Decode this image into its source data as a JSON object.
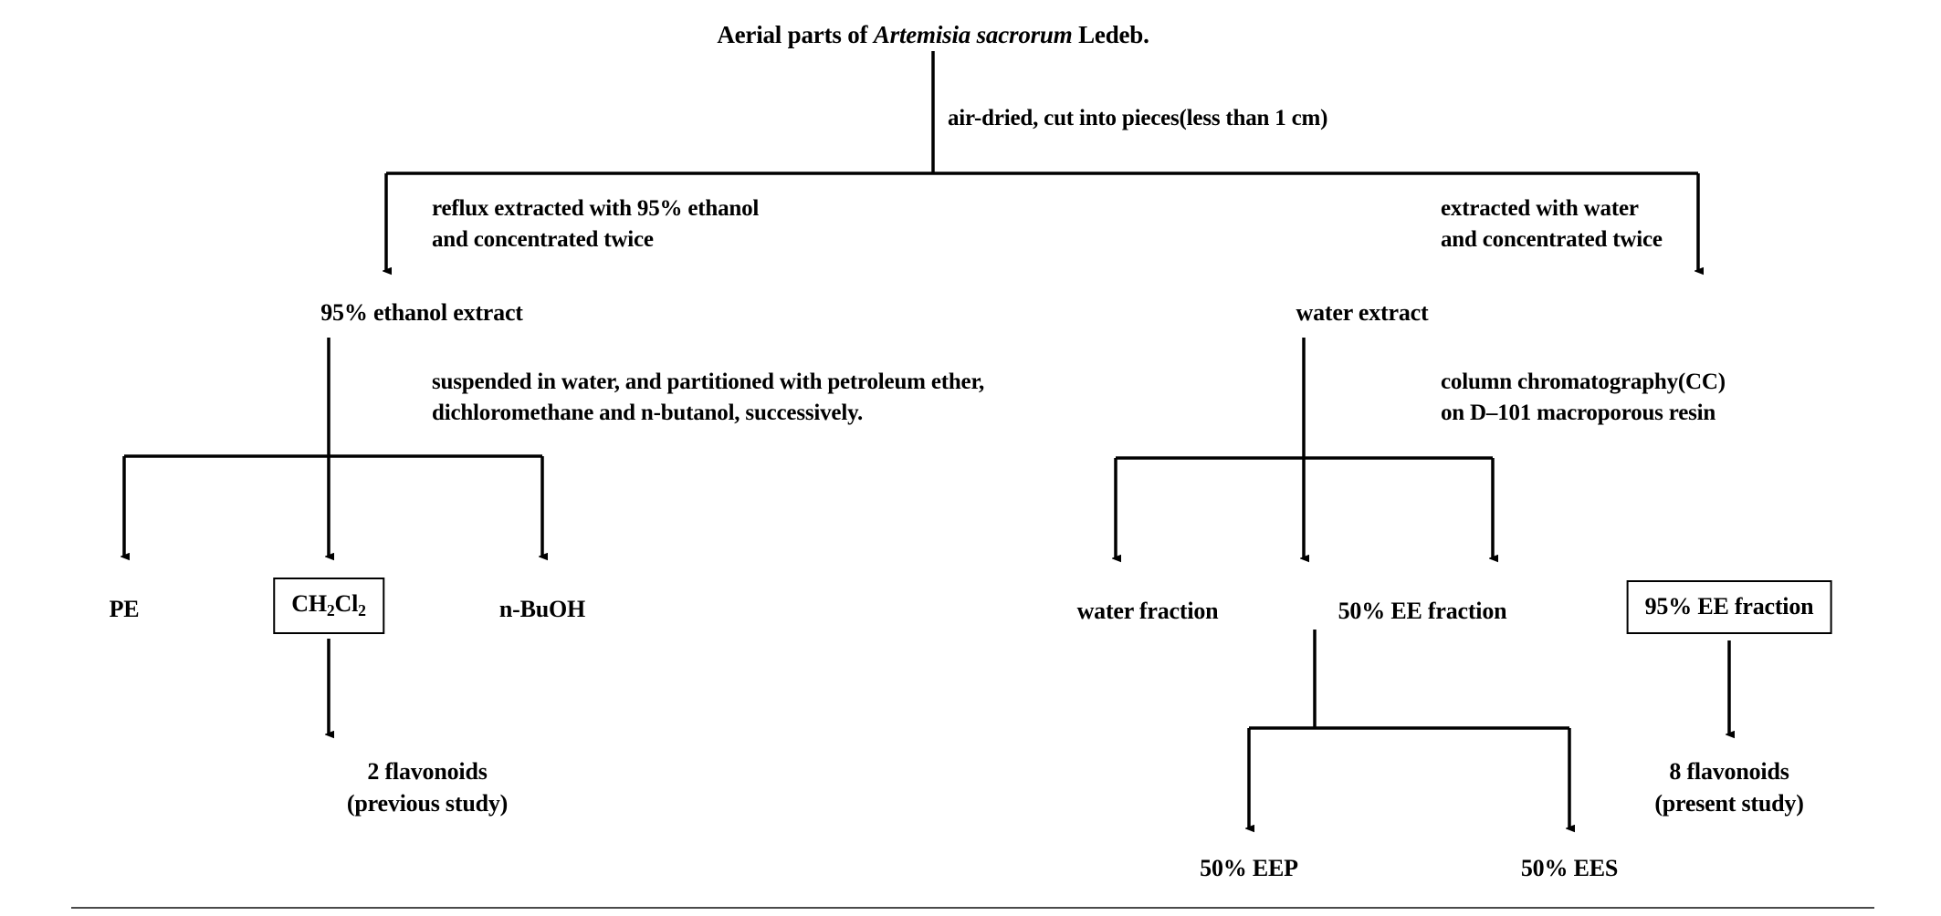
{
  "diagram": {
    "title_prefix": "Aerial parts of ",
    "title_species": "Artemisia sacrorum",
    "title_suffix": " Ledeb.",
    "title_full": "Aerial parts of Artemisia sacrorum Ledeb.",
    "steps": {
      "prep": "air-dried, cut into pieces(less than 1 cm)",
      "ethanol_line1": "reflux extracted with 95% ethanol",
      "ethanol_line2": "and concentrated  twice",
      "water_line1": "extracted with water",
      "water_line2": "and concentrated twice",
      "partition_line1": "suspended in water,  and partitioned with petroleum ether,",
      "partition_line2": "dichloromethane and n-butanol,  successively.",
      "cc_line1": "column chromatography(CC)",
      "cc_line2": "on D–101 macroporous resin"
    },
    "nodes": {
      "ethanol_extract": "95% ethanol extract",
      "water_extract": "water extract",
      "pe": "PE",
      "dcm_formula": "CH2Cl2",
      "dcm_part1": "CH",
      "dcm_sub1": "2",
      "dcm_part2": "Cl",
      "dcm_sub2": "2",
      "nbuoh": "n-BuOH",
      "water_fraction": "water fraction",
      "ee50_fraction": "50% EE fraction",
      "ee95_fraction": "95% EE fraction",
      "eep50": "50% EEP",
      "ees50": "50% EES",
      "flav2_line1": "2 flavonoids",
      "flav2_line2": "(previous study)",
      "flav8_line1": "8 flavonoids",
      "flav8_line2": "(present study)"
    },
    "colors": {
      "stroke": "#000000",
      "background": "#ffffff",
      "rule": "#4a4a4a"
    }
  }
}
